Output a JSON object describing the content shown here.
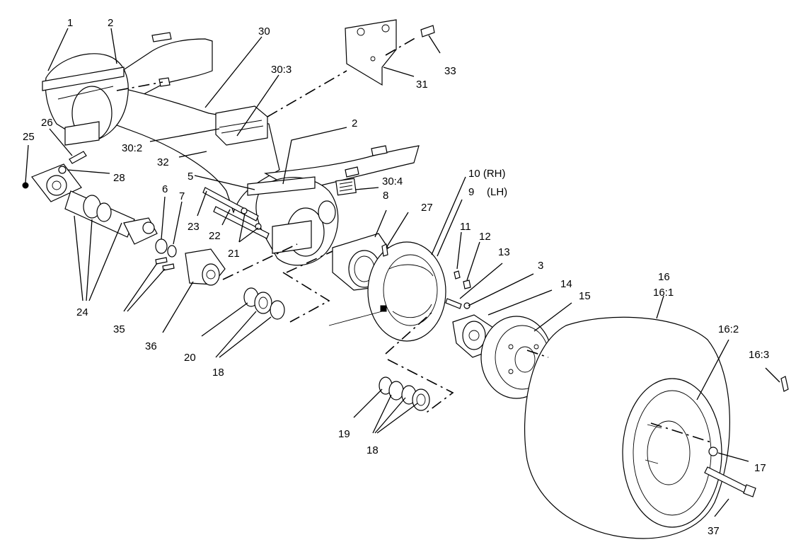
{
  "callouts": [
    {
      "id": "c1",
      "text": "1"
    },
    {
      "id": "c2a",
      "text": "2"
    },
    {
      "id": "c30",
      "text": "30"
    },
    {
      "id": "c30_3",
      "text": "30:3"
    },
    {
      "id": "c33",
      "text": "33"
    },
    {
      "id": "c31",
      "text": "31"
    },
    {
      "id": "c26",
      "text": "26"
    },
    {
      "id": "c25",
      "text": "25"
    },
    {
      "id": "c28",
      "text": "28"
    },
    {
      "id": "c30_2",
      "text": "30:2"
    },
    {
      "id": "c32",
      "text": "32"
    },
    {
      "id": "c2b",
      "text": "2"
    },
    {
      "id": "c5",
      "text": "5"
    },
    {
      "id": "c30_4",
      "text": "30:4"
    },
    {
      "id": "c10",
      "text": "10 (RH)"
    },
    {
      "id": "c9",
      "text": "9"
    },
    {
      "id": "c9lh",
      "text": "(LH)"
    },
    {
      "id": "c6",
      "text": "6"
    },
    {
      "id": "c7",
      "text": "7"
    },
    {
      "id": "c8",
      "text": "8"
    },
    {
      "id": "c27",
      "text": "27"
    },
    {
      "id": "c23",
      "text": "23"
    },
    {
      "id": "c22",
      "text": "22"
    },
    {
      "id": "c21",
      "text": "21"
    },
    {
      "id": "c11",
      "text": "11"
    },
    {
      "id": "c12",
      "text": "12"
    },
    {
      "id": "c13",
      "text": "13"
    },
    {
      "id": "c3",
      "text": "3"
    },
    {
      "id": "c14",
      "text": "14"
    },
    {
      "id": "c15",
      "text": "15"
    },
    {
      "id": "c16",
      "text": "16"
    },
    {
      "id": "c16_1",
      "text": "16:1"
    },
    {
      "id": "c24",
      "text": "24"
    },
    {
      "id": "c35",
      "text": "35"
    },
    {
      "id": "c36",
      "text": "36"
    },
    {
      "id": "c20",
      "text": "20"
    },
    {
      "id": "c18a",
      "text": "18"
    },
    {
      "id": "c16_2",
      "text": "16:2"
    },
    {
      "id": "c16_3",
      "text": "16:3"
    },
    {
      "id": "c19",
      "text": "19"
    },
    {
      "id": "c18b",
      "text": "18"
    },
    {
      "id": "c17",
      "text": "17"
    },
    {
      "id": "c37",
      "text": "37"
    }
  ]
}
